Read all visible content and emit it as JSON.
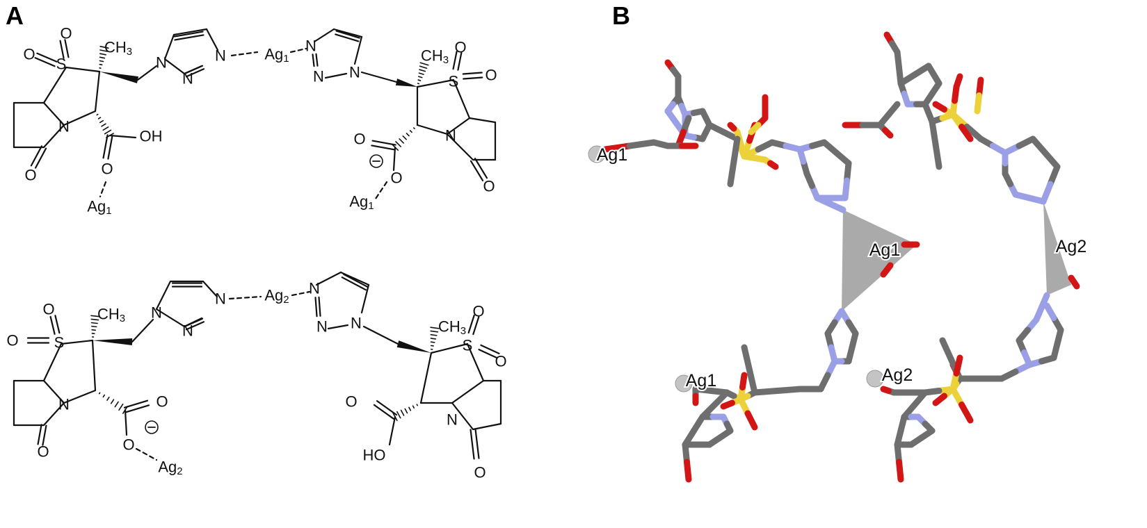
{
  "panels": {
    "a": {
      "letter": "A"
    },
    "b": {
      "letter": "B"
    }
  },
  "atoms": {
    "ch3": "CH",
    "three": "3",
    "s": "S",
    "o": "O",
    "n": "N",
    "oh": "OH",
    "ho": "HO",
    "ag": "Ag",
    "one": "1",
    "two": "2",
    "minus": "−"
  },
  "model_labels": {
    "ag1": "Ag1",
    "ag2": "Ag2"
  },
  "colors": {
    "carbon": "#6e6e6e",
    "nitrogen": "#9a9fe6",
    "oxygen": "#d21616",
    "sulfur": "#ecd13a",
    "silver": "#c4c4c4",
    "coordination_plane": "#9b9b9b"
  }
}
